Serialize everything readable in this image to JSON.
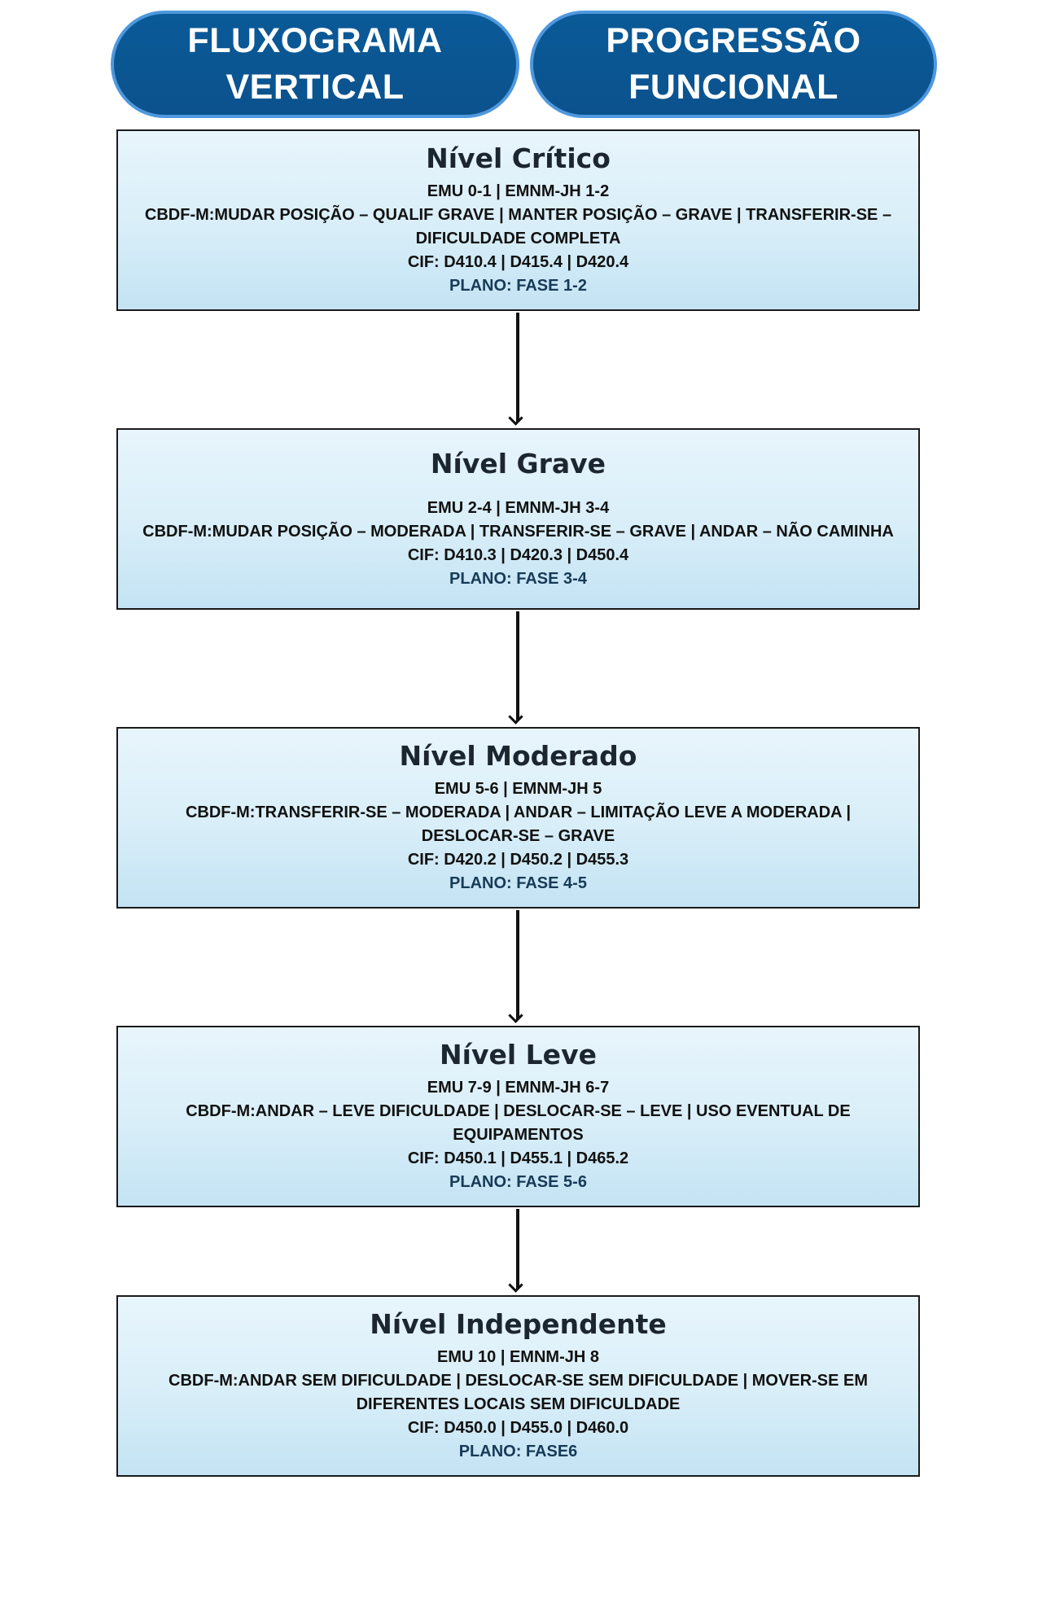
{
  "header": {
    "left": [
      "FLUXOGRAMA",
      "VERTICAL"
    ],
    "right": [
      "PROGRESSÃO",
      "FUNCIONAL"
    ]
  },
  "levels": [
    {
      "title": "Nível Crítico",
      "lines": [
        "EMU 0-1 | EMNM-JH 1-2",
        "CBDF-M:MUDAR POSIÇÃO – QUALIF GRAVE | MANTER POSIÇÃO – GRAVE | TRANSFERIR-SE –",
        "DIFICULDADE COMPLETA",
        "CIF: D410.4  | D415.4  | D420.4",
        "PLANO: FASE 1-2"
      ]
    },
    {
      "title": "Nível Grave",
      "lines": [
        "EMU 2-4 | EMNM-JH 3-4",
        "CBDF-M:MUDAR POSIÇÃO – MODERADA | TRANSFERIR-SE – GRAVE | ANDAR – NÃO CAMINHA",
        "CIF: D410.3  | D420.3  | D450.4",
        "PLANO: FASE 3-4"
      ]
    },
    {
      "title": "Nível Moderado",
      "lines": [
        "EMU 5-6 | EMNM-JH 5",
        "CBDF-M:TRANSFERIR-SE – MODERADA | ANDAR – LIMITAÇÃO LEVE A MODERADA |",
        "DESLOCAR-SE – GRAVE",
        "CIF: D420.2  | D450.2  | D455.3",
        "PLANO: FASE 4-5"
      ]
    },
    {
      "title": "Nível Leve",
      "lines": [
        "EMU 7-9 | EMNM-JH 6-7",
        "CBDF-M:ANDAR – LEVE DIFICULDADE | DESLOCAR-SE – LEVE | USO EVENTUAL DE",
        "EQUIPAMENTOS",
        "CIF: D450.1 | D455.1  | D465.2",
        "PLANO: FASE 5-6"
      ]
    },
    {
      "title": "Nível Independente",
      "lines": [
        "EMU 10 | EMNM-JH 8",
        "CBDF-M:ANDAR SEM DIFICULDADE | DESLOCAR-SE SEM DIFICULDADE | MOVER-SE EM",
        "DIFERENTES LOCAIS SEM DIFICULDADE",
        "CIF:  D450.0 | D455.0  | D460.0",
        "PLANO: FASE6"
      ]
    }
  ]
}
